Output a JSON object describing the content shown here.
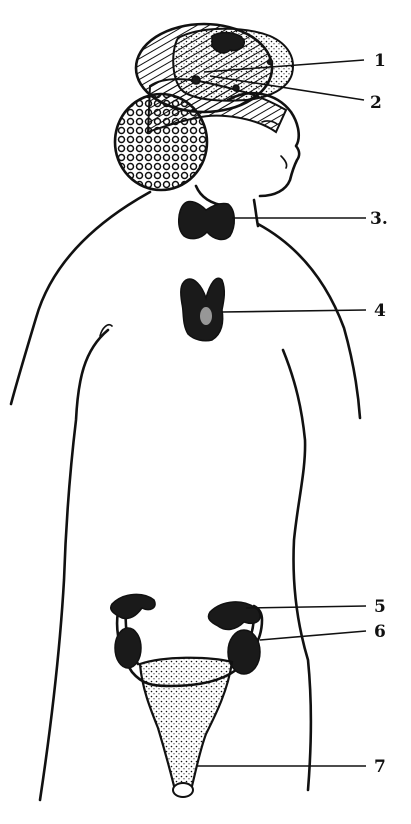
{
  "labels": [
    {
      "id": "1",
      "text": "1"
    },
    {
      "id": "2",
      "text": "2"
    },
    {
      "id": "3",
      "text": "3."
    },
    {
      "id": "4",
      "text": "4"
    },
    {
      "id": "5",
      "text": "5"
    },
    {
      "id": "6",
      "text": "6"
    },
    {
      "id": "7",
      "text": "7"
    }
  ],
  "colors": {
    "ink": "#111111",
    "background": "#ffffff"
  }
}
